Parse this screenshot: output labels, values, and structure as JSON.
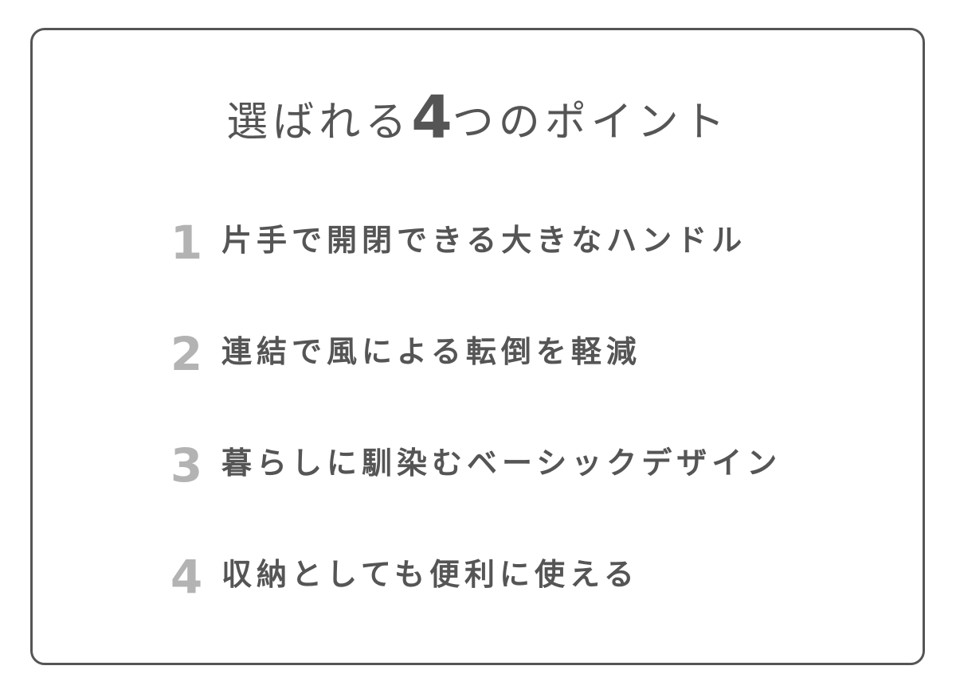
{
  "title": {
    "prefix": "選ばれる",
    "number": "4",
    "suffix": "つのポイント"
  },
  "points": [
    {
      "num": "1",
      "label": "片手で開閉できる大きなハンドル"
    },
    {
      "num": "2",
      "label": "連結で風による転倒を軽減"
    },
    {
      "num": "3",
      "label": "暮らしに馴染むベーシックデザイン"
    },
    {
      "num": "4",
      "label": "収納としても便利に使える"
    }
  ],
  "colors": {
    "border": "#555555",
    "text": "#555555",
    "number": "#b3b3b3",
    "background": "#ffffff"
  }
}
